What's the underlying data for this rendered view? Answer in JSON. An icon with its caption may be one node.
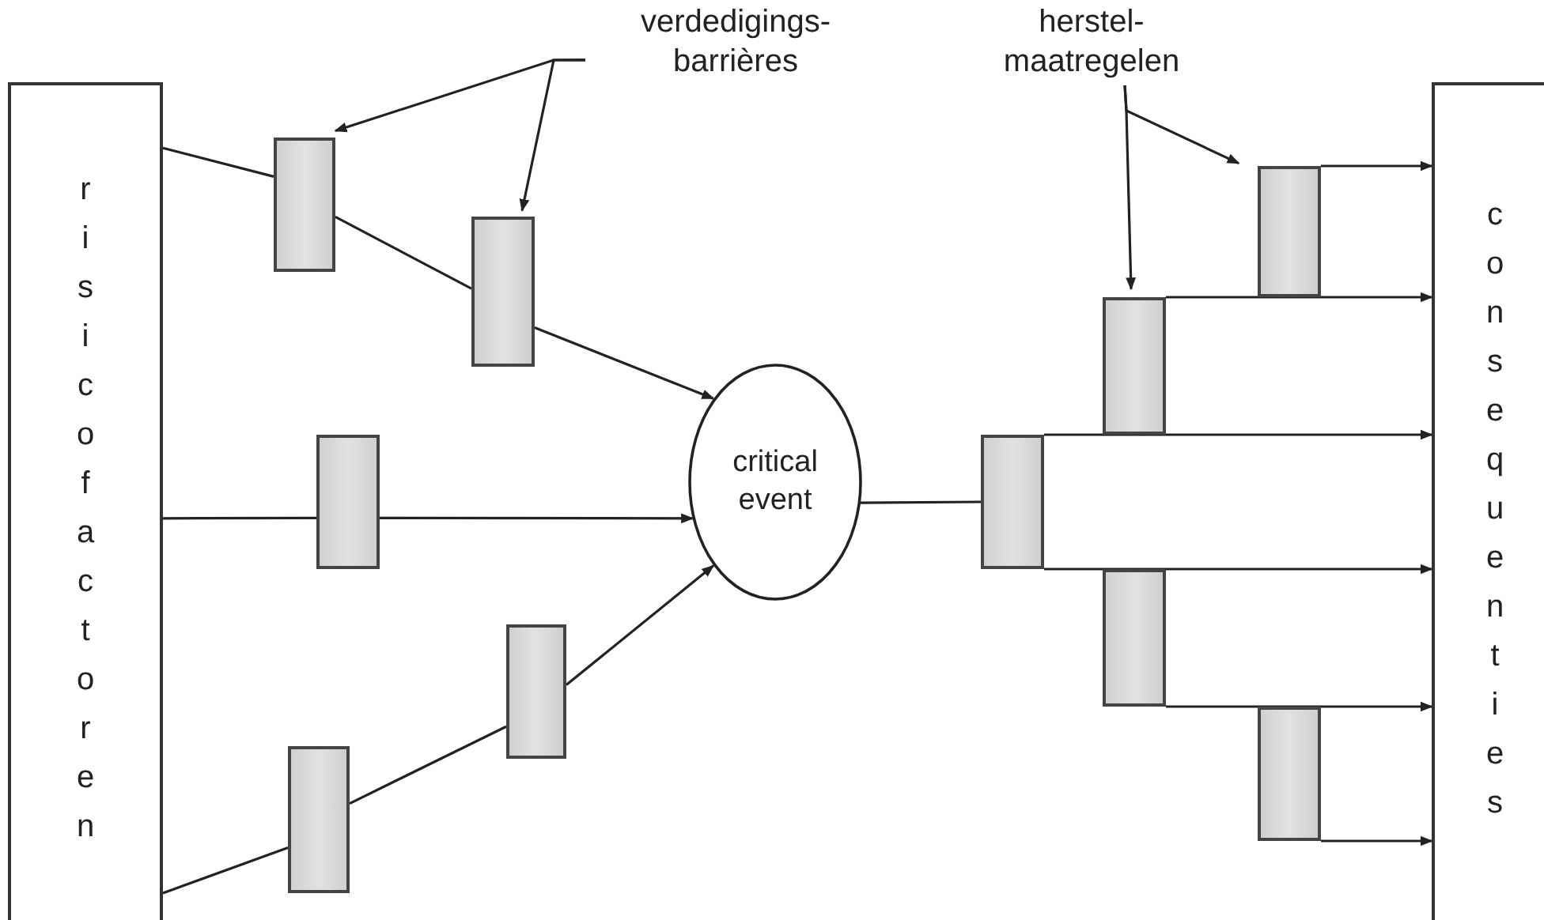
{
  "diagram": {
    "nodes": [
      {
        "text": [
          "risicofactoren"
        ]
      },
      {
        "text": [
          "verdedigings- barrières"
        ]
      },
      {
        "text": [
          "herstel- maatregelen"
        ]
      },
      {
        "text": [
          "consequenties"
        ]
      },
      {
        "text": [],
        "shape": "box"
      },
      {
        "text": [],
        "shape": "box"
      },
      {
        "text": [],
        "shape": "box"
      },
      {
        "text": [],
        "shape": "box"
      },
      {
        "text": [],
        "shape": "box"
      },
      {
        "text": [
          "critical event"
        ]
      },
      {
        "text": [],
        "shape": "box"
      },
      {
        "text": [],
        "shape": "box"
      },
      {
        "text": [],
        "shape": "box"
      },
      {
        "text": [],
        "shape": "box"
      },
      {
        "text": [],
        "shape": "box"
      }
    ],
    "edges": [
      {
        "from": 0,
        "to": 4,
        "arrow": "none"
      },
      {
        "from": 4,
        "to": 5,
        "arrow": "none"
      },
      {
        "from": 5,
        "to": 9,
        "arrow": "to"
      },
      {
        "from": 0,
        "to": 6,
        "arrow": "none"
      },
      {
        "from": 6,
        "to": 9,
        "arrow": "to"
      },
      {
        "from": 0,
        "to": 8,
        "arrow": "none"
      },
      {
        "from": 8,
        "to": 7,
        "arrow": "none"
      },
      {
        "from": 7,
        "to": 9,
        "arrow": "to"
      },
      {
        "from": 9,
        "to": 10,
        "arrow": "none"
      },
      {
        "from": 11,
        "to": 3,
        "arrow": "to"
      },
      {
        "from": 12,
        "to": 3,
        "arrow": "to"
      },
      {
        "from": 10,
        "to": 3,
        "arrow": "to"
      },
      {
        "from": 10,
        "to": 3,
        "arrow": "to"
      },
      {
        "from": 13,
        "to": 3,
        "arrow": "to"
      },
      {
        "from": 14,
        "to": 3,
        "arrow": "to"
      },
      {
        "from": 1,
        "to": 4,
        "arrow": "to"
      },
      {
        "from": 1,
        "to": 5,
        "arrow": "to"
      },
      {
        "from": 2,
        "to": 12,
        "arrow": "to"
      },
      {
        "from": 2,
        "to": 11,
        "arrow": "to"
      }
    ]
  }
}
